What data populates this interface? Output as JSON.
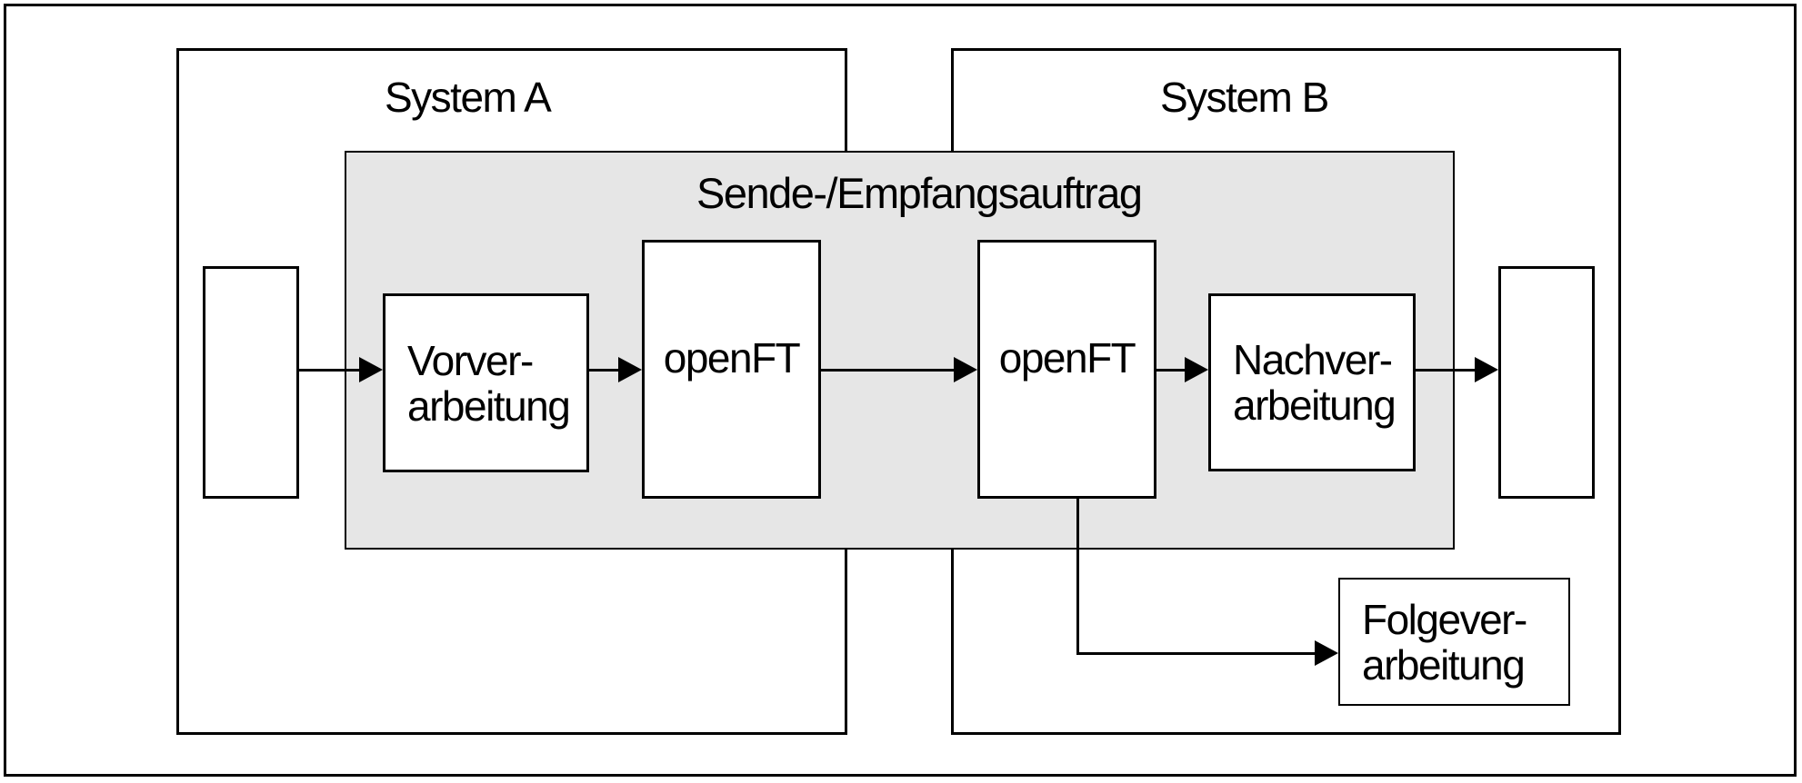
{
  "system_a": {
    "label": "System A"
  },
  "system_b": {
    "label": "System B"
  },
  "transfer_band": {
    "label": "Sende-/Empfangsauftrag"
  },
  "boxes": {
    "vorverarbeitung": {
      "line1": "Vorver-",
      "line2": "arbeitung"
    },
    "openft_a": {
      "label": "openFT"
    },
    "openft_b": {
      "label": "openFT"
    },
    "nachverarbeitung": {
      "line1": "Nachver-",
      "line2": "arbeitung"
    },
    "folgeverarbeitung": {
      "line1": "Folgever-",
      "line2": "arbeitung"
    }
  },
  "colors": {
    "band_fill": "#e6e6e6",
    "line": "#000000",
    "background": "#ffffff"
  }
}
